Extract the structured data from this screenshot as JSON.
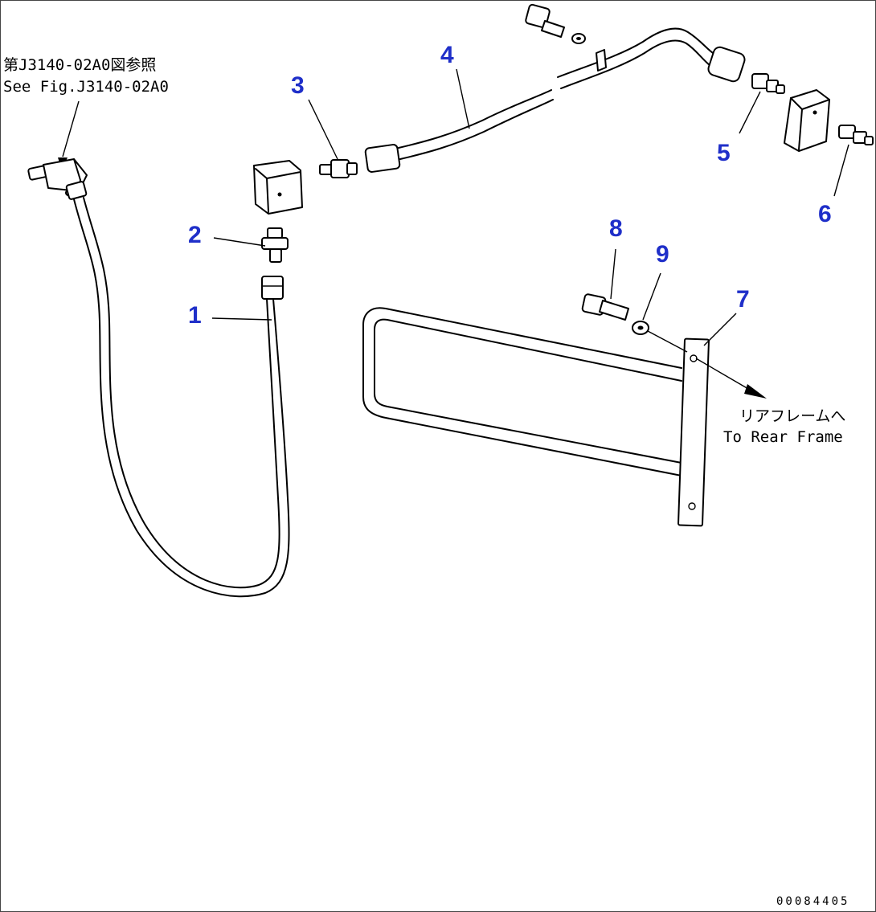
{
  "callouts": {
    "c1": "1",
    "c2": "2",
    "c3": "3",
    "c4": "4",
    "c5": "5",
    "c6": "6",
    "c7": "7",
    "c8": "8",
    "c9": "9"
  },
  "notes": {
    "ref_jp": "第J3140-02A0図参照",
    "ref_en": "See Fig.J3140-02A0",
    "rear_jp": "リアフレームへ",
    "rear_en": "To Rear Frame"
  },
  "drawing_code": "00084405",
  "colors": {
    "callout": "#1f2fc9",
    "line": "#000000"
  }
}
